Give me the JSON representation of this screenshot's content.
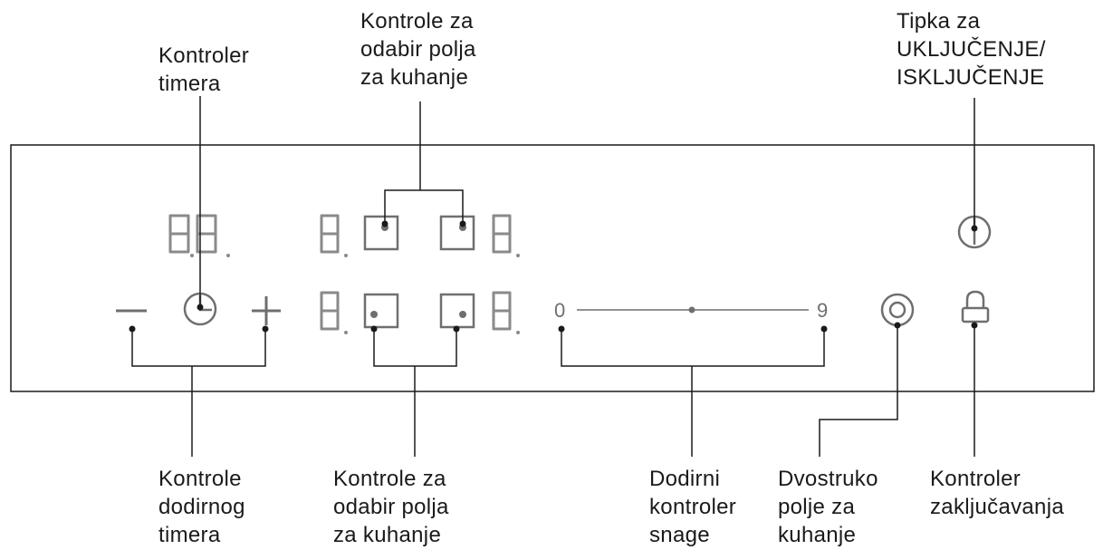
{
  "labels": {
    "timer_controller": [
      "Kontroler",
      "timera"
    ],
    "zone_select_top": [
      "Kontrole za",
      "odabir polja",
      "za kuhanje"
    ],
    "on_off_key": [
      "Tipka za",
      "UKLJUČENJE/",
      "ISKLJUČENJE"
    ],
    "touch_timer_controls": [
      "Kontrole",
      "dodirnog",
      "timera"
    ],
    "zone_select_bottom": [
      "Kontrole za",
      "odabir polja",
      "za kuhanje"
    ],
    "power_touch_controller": [
      "Dodirni",
      "kontroler",
      "snage"
    ],
    "dual_zone": [
      "Dvostruko",
      "polje za",
      "kuhanje"
    ],
    "lock_controller": [
      "Kontroler",
      "zaključavanja"
    ]
  },
  "slider": {
    "min_label": "0",
    "max_label": "9"
  },
  "display": {
    "timer_digits": "88",
    "zone_digit": "8"
  },
  "colors": {
    "line": "#1a1a1a",
    "symbol": "#6f6f6f",
    "segment": "#8a8a8a"
  }
}
